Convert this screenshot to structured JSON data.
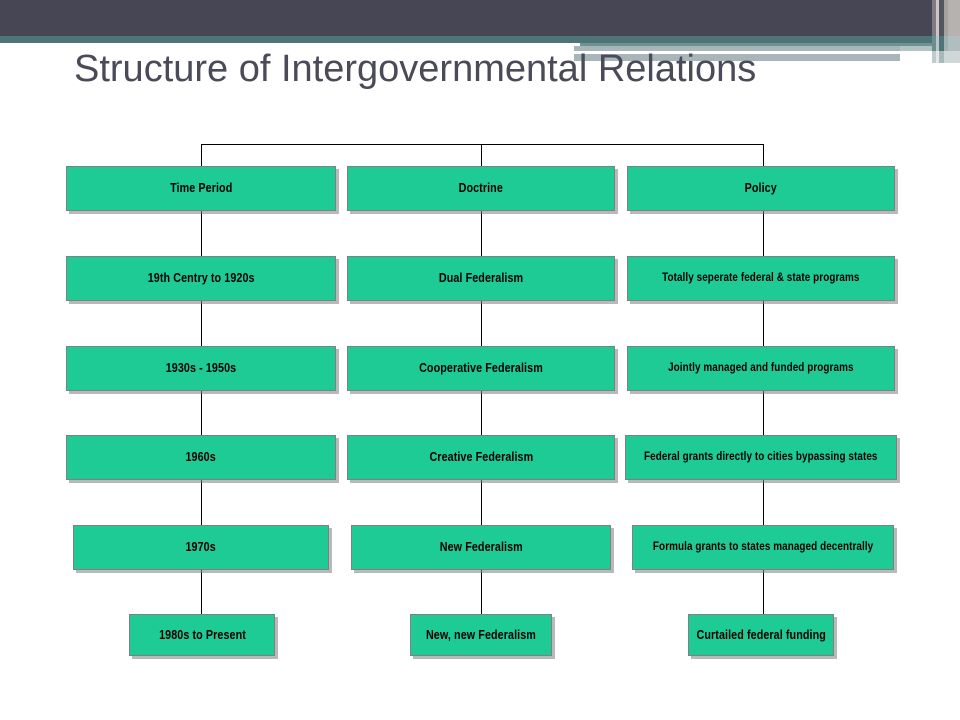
{
  "slide": {
    "title": "Structure of Intergovernmental Relations",
    "title_color": "#4a4a58",
    "background_color": "#ffffff"
  },
  "theme": {
    "banner_dark": "#464655",
    "banner_teal": "#4d7477",
    "banner_pale": "#b5c2c4",
    "node_fill": "#1ecb94",
    "node_border": "#808080",
    "connector_color": "#000000",
    "node_text_color": "#000000"
  },
  "chart_data": {
    "type": "table",
    "title": "Structure of Intergovernmental Relations",
    "orientation": "top-down flowchart, three parallel columns",
    "columns": [
      "Time Period",
      "Doctrine",
      "Policy"
    ],
    "rows": [
      {
        "time_period": "19th Centry to 1920s",
        "doctrine": "Dual Federalism",
        "policy": "Totally seperate federal & state programs"
      },
      {
        "time_period": "1930s - 1950s",
        "doctrine": "Cooperative Federalism",
        "policy": "Jointly managed and funded programs"
      },
      {
        "time_period": "1960s",
        "doctrine": "Creative Federalism",
        "policy": "Federal grants directly to cities bypassing states"
      },
      {
        "time_period": "1970s",
        "doctrine": "New Federalism",
        "policy": "Formula grants to states managed decentrally"
      },
      {
        "time_period": "1980s to Present",
        "doctrine": "New, new Federalism",
        "policy": "Curtailed federal funding"
      }
    ]
  },
  "diagram": {
    "headers": [
      {
        "label": "Time Period"
      },
      {
        "label": "Doctrine"
      },
      {
        "label": "Policy"
      }
    ],
    "col1": [
      {
        "label": "19th Centry to 1920s"
      },
      {
        "label": "1930s - 1950s"
      },
      {
        "label": "1960s"
      },
      {
        "label": "1970s"
      },
      {
        "label": "1980s to Present"
      }
    ],
    "col2": [
      {
        "label": "Dual Federalism"
      },
      {
        "label": "Cooperative Federalism"
      },
      {
        "label": "Creative Federalism"
      },
      {
        "label": "New Federalism"
      },
      {
        "label": "New, new Federalism"
      }
    ],
    "col3": [
      {
        "label": "Totally seperate federal & state programs"
      },
      {
        "label": "Jointly managed and funded programs"
      },
      {
        "label": "Federal grants directly to cities bypassing states"
      },
      {
        "label": "Formula grants to states managed decentrally"
      },
      {
        "label": "Curtailed federal funding"
      }
    ]
  }
}
